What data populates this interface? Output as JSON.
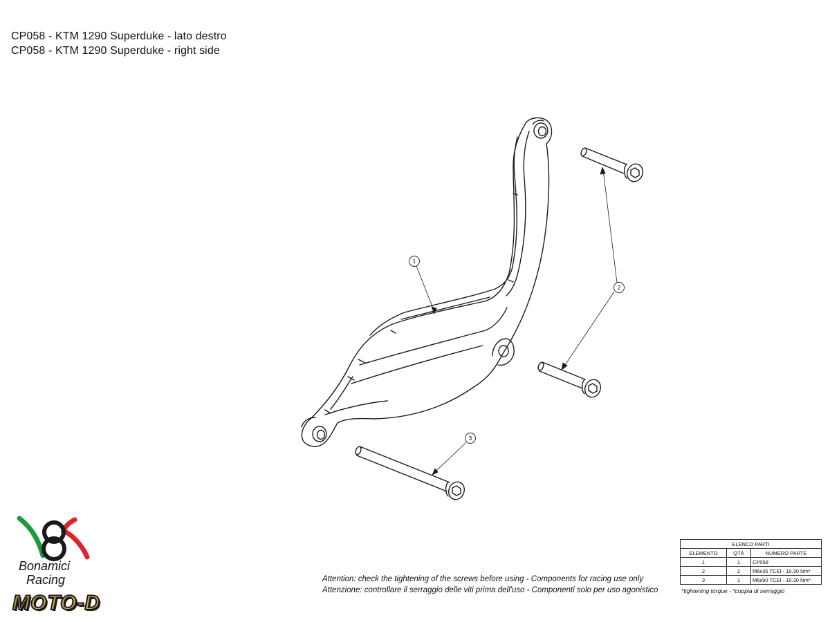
{
  "titles": {
    "line1": "CP058 - KTM 1290 Superduke - lato destro",
    "line2": "CP058 - KTM 1290 Superduke - right side"
  },
  "callouts": [
    "1",
    "2",
    "3"
  ],
  "attention": {
    "en": "Attention: check the tightening of the screws before using - Components for racing use only",
    "it": "Attenzione: controllare il serraggio delle viti prima dell'uso - Componenti solo per uso agonistico"
  },
  "parts_table": {
    "caption": "ELENCO PARTI",
    "headers": [
      "ELEMENTO",
      "QTÀ",
      "NUMERO PARTE"
    ],
    "rows": [
      [
        "1",
        "1",
        "CP058"
      ],
      [
        "2",
        "2",
        "M6x35 TCEI - 10.30 Nm*"
      ],
      [
        "3",
        "1",
        "M6x90 TCEI - 10.30 Nm*"
      ]
    ]
  },
  "torque_note": "*tightening torque - *coppia di serraggio",
  "brand": {
    "line1": "Bonamici",
    "line2": "Racing",
    "moto_d": "MOTO-D"
  },
  "colors": {
    "green": "#1a9b3c",
    "red": "#d7262e",
    "gold": "#c9a24a",
    "line": "#1a1a1a"
  }
}
